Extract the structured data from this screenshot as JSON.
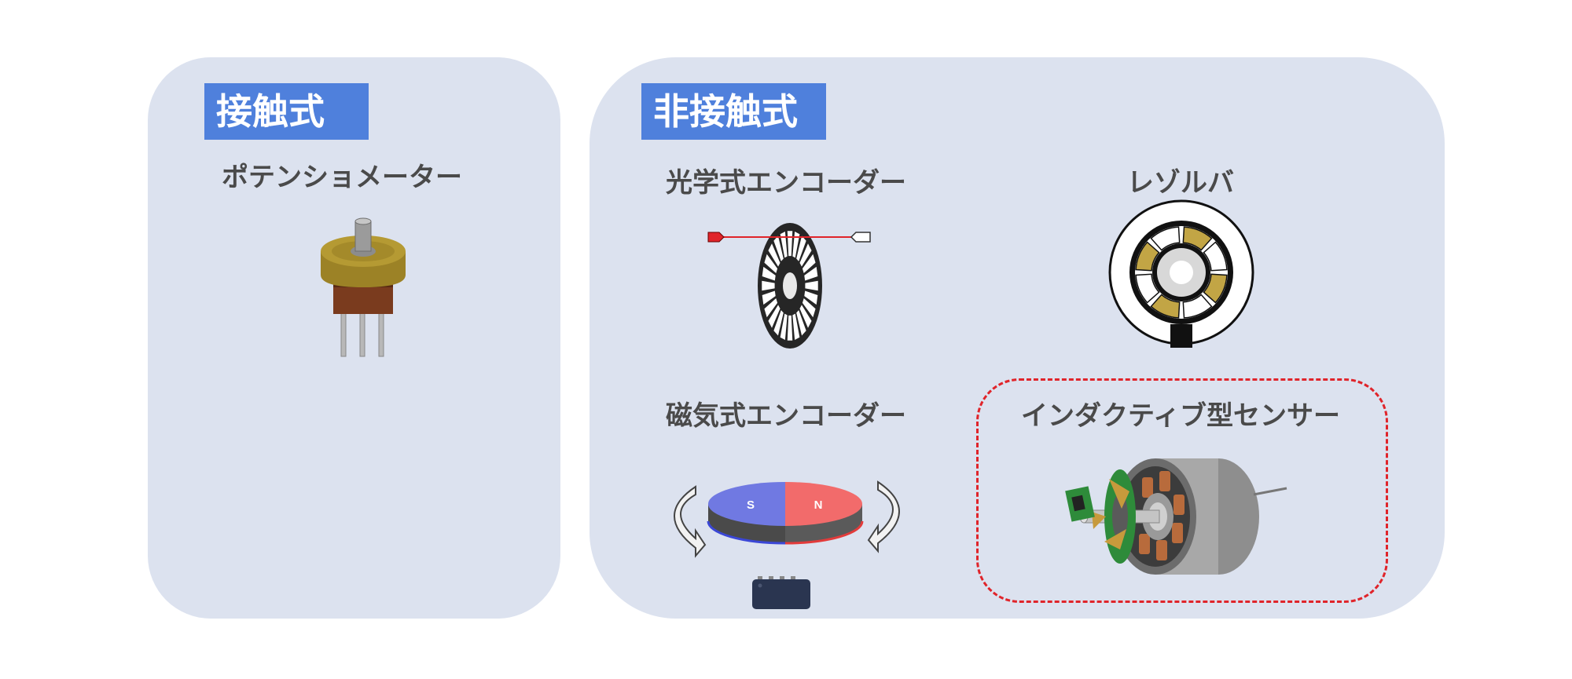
{
  "categories": {
    "contact": {
      "tag": "接触式",
      "items": [
        {
          "label": "ポテンショメーター",
          "icon": "potentiometer-icon"
        }
      ]
    },
    "non_contact": {
      "tag": "非接触式",
      "items": [
        {
          "label": "光学式エンコーダー",
          "icon": "optical-encoder-icon"
        },
        {
          "label": "レゾルバ",
          "icon": "resolver-icon"
        },
        {
          "label": "磁気式エンコーダー",
          "icon": "magnetic-encoder-icon",
          "magnet_poles": [
            "S",
            "N"
          ]
        },
        {
          "label": "インダクティブ型センサー",
          "icon": "inductive-sensor-icon",
          "highlighted": true
        }
      ]
    }
  },
  "colors": {
    "panel": "#dce2ef",
    "tag": "#4f80dc",
    "highlight_border": "#e0242a",
    "label_text": "#4a4a4a"
  }
}
